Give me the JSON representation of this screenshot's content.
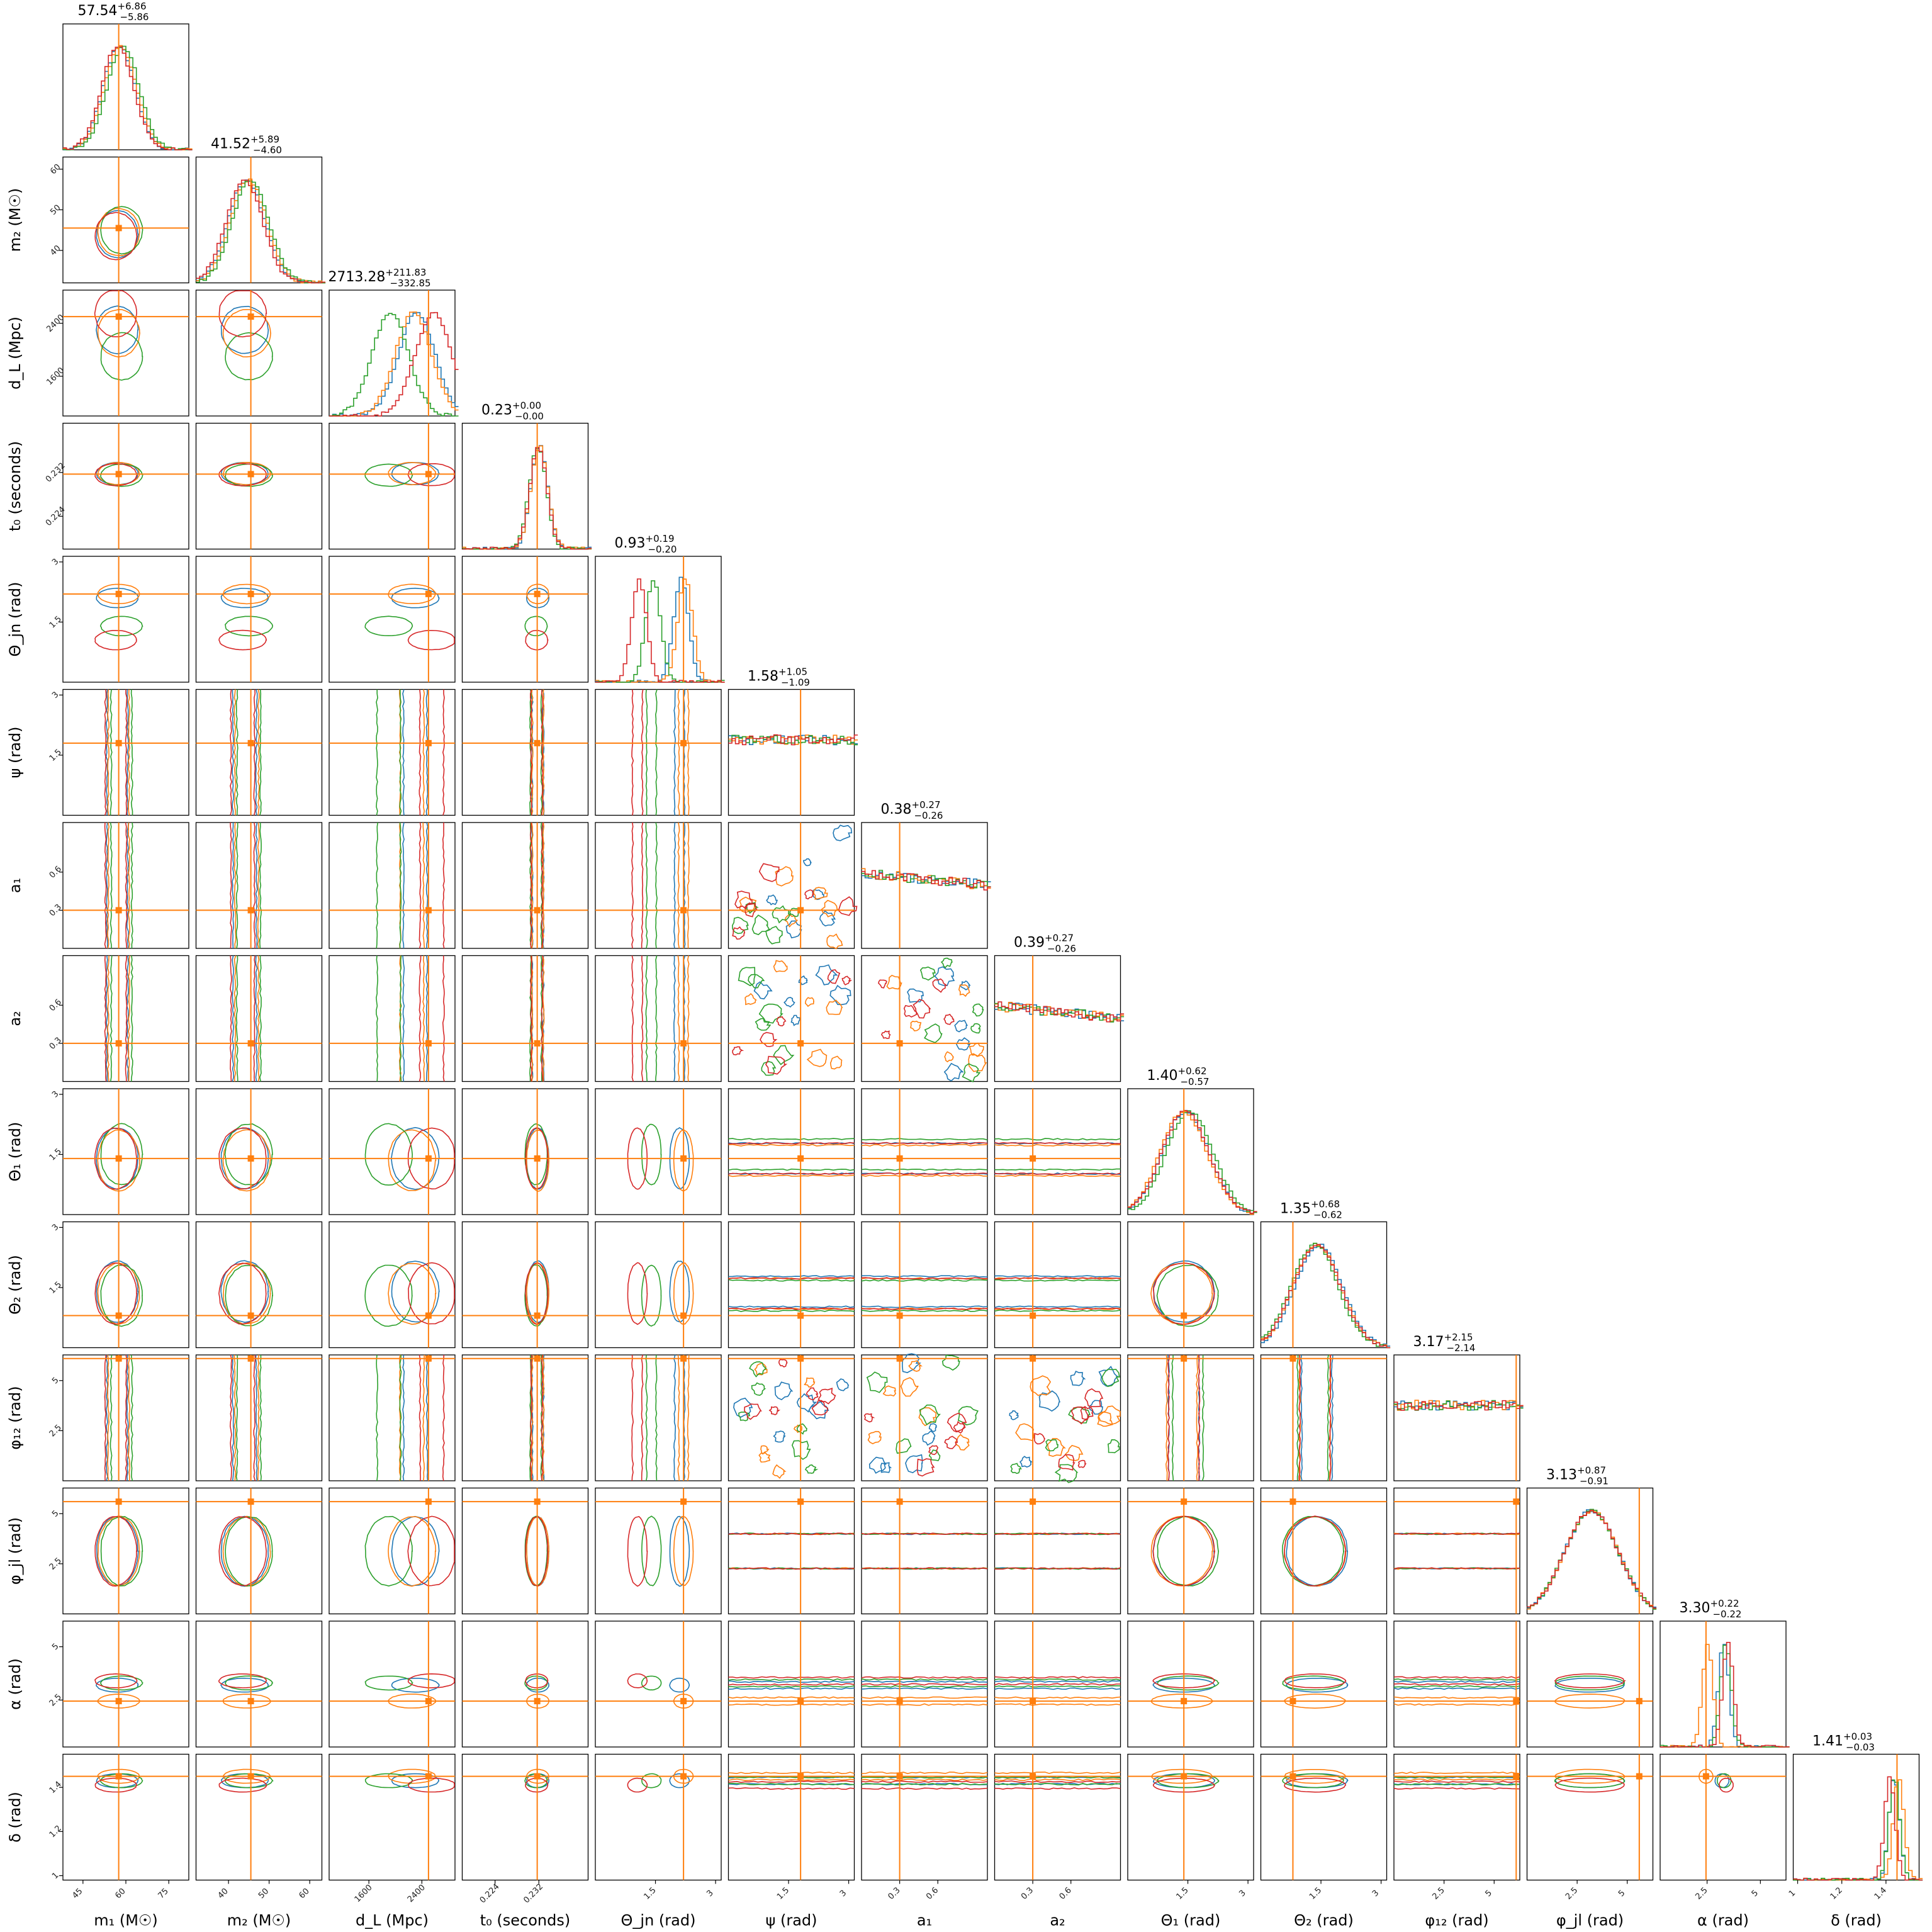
{
  "colors": {
    "blue": "#1f77b4",
    "orange": "#ff7f0e",
    "green": "#2ca02c",
    "red": "#d62728",
    "truth": "#ff7f0e"
  },
  "chart_data": {
    "type": "corner",
    "parameters": [
      {
        "xlabel": "m₁ (M☉)",
        "ylabel": "m₂ (M☉)",
        "title": "57.54",
        "plus": "+6.86",
        "minus": "−5.86",
        "range": [
          38,
          82
        ],
        "truth": 57.5,
        "ticks": [
          45,
          60,
          75
        ]
      },
      {
        "xlabel": "m₂ (M☉)",
        "ylabel": "m₂ (M☉)",
        "title": "41.52",
        "plus": "+5.89",
        "minus": "−4.60",
        "range": [
          32,
          63
        ],
        "truth": 45.5,
        "ticks": [
          40,
          50,
          60
        ]
      },
      {
        "xlabel": "d_L (Mpc)",
        "ylabel": "d_L (Mpc)",
        "title": "2713.28",
        "plus": "+211.83",
        "minus": "−332.85",
        "range": [
          1000,
          2900
        ],
        "truth": 2500,
        "ticks": [
          1600,
          2400
        ]
      },
      {
        "xlabel": "t₀ (seconds)",
        "ylabel": "t₀ (seconds)",
        "title": "0.23",
        "plus": "+0.00",
        "minus": "−0.00",
        "range": [
          0.218,
          0.241
        ],
        "truth": 0.2317,
        "ticks": [
          0.224,
          0.232
        ]
      },
      {
        "xlabel": "Θ_jn (rad)",
        "ylabel": "Θ_jn (rad)",
        "title": "0.93",
        "plus": "+0.19",
        "minus": "−0.20",
        "range": [
          0.0,
          3.14
        ],
        "truth": 2.2,
        "ticks": [
          1.5,
          3.0
        ]
      },
      {
        "xlabel": "ψ (rad)",
        "ylabel": "ψ (rad)",
        "title": "1.58",
        "plus": "+1.05",
        "minus": "−1.09",
        "range": [
          0.0,
          3.14
        ],
        "truth": 1.8,
        "ticks": [
          1.5,
          3.0
        ]
      },
      {
        "xlabel": "a₁",
        "ylabel": "a₁",
        "title": "0.38",
        "plus": "+0.27",
        "minus": "−0.26",
        "range": [
          0.0,
          0.99
        ],
        "truth": 0.3,
        "ticks": [
          0.3,
          0.6
        ]
      },
      {
        "xlabel": "a₂",
        "ylabel": "a₂",
        "title": "0.39",
        "plus": "+0.27",
        "minus": "−0.26",
        "range": [
          0.0,
          0.99
        ],
        "truth": 0.3,
        "ticks": [
          0.3,
          0.6
        ]
      },
      {
        "xlabel": "Θ₁ (rad)",
        "ylabel": "Θ₁ (rad)",
        "title": "1.40",
        "plus": "+0.62",
        "minus": "−0.57",
        "range": [
          0.0,
          3.14
        ],
        "truth": 1.4,
        "ticks": [
          1.5,
          3.0
        ]
      },
      {
        "xlabel": "Θ₂ (rad)",
        "ylabel": "Θ₂ (rad)",
        "title": "1.35",
        "plus": "+0.68",
        "minus": "−0.62",
        "range": [
          0.0,
          3.14
        ],
        "truth": 0.8,
        "ticks": [
          1.5,
          3.0
        ]
      },
      {
        "xlabel": "φ₁₂ (rad)",
        "ylabel": "φ₁₂ (rad)",
        "title": "3.17",
        "plus": "+2.15",
        "minus": "−2.14",
        "range": [
          0.0,
          6.28
        ],
        "truth": 6.1,
        "ticks": [
          2.5,
          5.0
        ]
      },
      {
        "xlabel": "φ_jl (rad)",
        "ylabel": "φ_jl (rad)",
        "title": "3.13",
        "plus": "+0.87",
        "minus": "−0.91",
        "range": [
          0.0,
          6.28
        ],
        "truth": 5.6,
        "ticks": [
          2.5,
          5.0
        ]
      },
      {
        "xlabel": "α (rad)",
        "ylabel": "α (rad)",
        "title": "3.30",
        "plus": "+0.22",
        "minus": "−0.22",
        "range": [
          0.3,
          6.2
        ],
        "truth": 2.45,
        "ticks": [
          2.5,
          5.0
        ]
      },
      {
        "xlabel": "δ (rad)",
        "ylabel": "δ (rad)",
        "title": "1.41",
        "plus": "+0.03",
        "minus": "−0.03",
        "range": [
          0.98,
          1.55
        ],
        "truth": 1.45,
        "ticks": [
          1.0,
          1.2,
          1.4
        ]
      }
    ],
    "yaxis_labels": [
      "",
      "m₂ (M☉)",
      "d_L (Mpc)",
      "t₀ (seconds)",
      "Θ_jn (rad)",
      "ψ (rad)",
      "a₁",
      "a₂",
      "Θ₁ (rad)",
      "Θ₂ (rad)",
      "φ₁₂ (rad)",
      "φ_jl (rad)",
      "α (rad)",
      "δ (rad)"
    ],
    "xaxis_labels": [
      "m₁ (M☉)",
      "m₂ (M☉)",
      "d_L (Mpc)",
      "t₀ (seconds)",
      "Θ_jn (rad)",
      "ψ (rad)",
      "a₁",
      "a₂",
      "Θ₁ (rad)",
      "Θ₂ (rad)",
      "φ₁₂ (rad)",
      "φ_jl (rad)",
      "α (rad)",
      "δ (rad)"
    ],
    "series": [
      {
        "color": "blue",
        "means": [
          57.0,
          44.0,
          2300,
          0.2318,
          2.1,
          1.58,
          0.38,
          0.39,
          1.4,
          1.4,
          3.17,
          3.13,
          3.2,
          1.43
        ]
      },
      {
        "color": "orange",
        "means": [
          57.5,
          44.5,
          2250,
          0.2318,
          2.2,
          1.58,
          0.38,
          0.39,
          1.35,
          1.35,
          3.17,
          3.13,
          2.45,
          1.45
        ]
      },
      {
        "color": "green",
        "means": [
          58.5,
          45.0,
          1900,
          0.2315,
          1.4,
          1.58,
          0.38,
          0.39,
          1.5,
          1.3,
          3.17,
          3.13,
          3.3,
          1.43
        ]
      },
      {
        "color": "red",
        "means": [
          56.5,
          43.5,
          2550,
          0.2316,
          1.05,
          1.58,
          0.38,
          0.39,
          1.4,
          1.35,
          3.17,
          3.13,
          3.4,
          1.41
        ]
      }
    ]
  }
}
